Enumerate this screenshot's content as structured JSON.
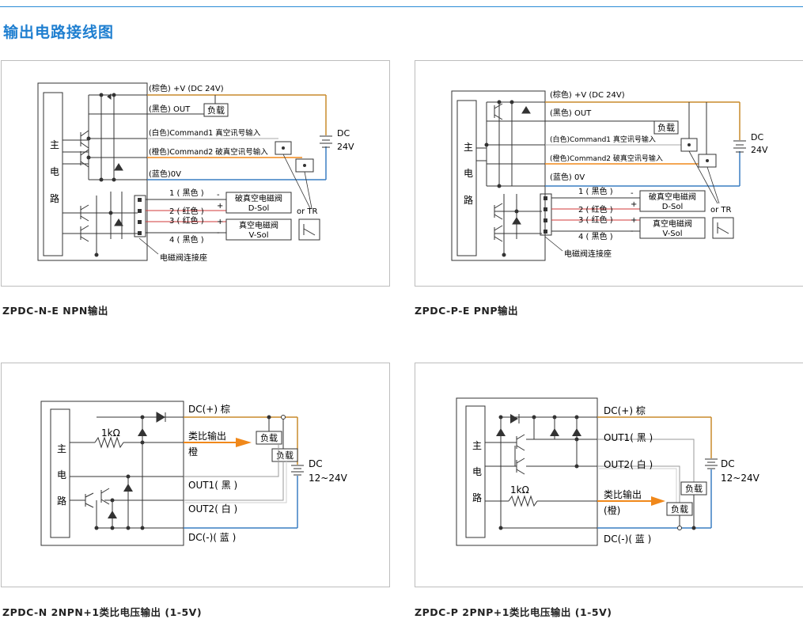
{
  "page": {
    "title": "输出电路接线图"
  },
  "colors": {
    "brown": "#c98a2b",
    "blue": "#3a7ec2",
    "red": "#d23a3a",
    "orange": "#f0881a",
    "accent": "#1f7fd0",
    "gray": "#9a9a9a"
  },
  "panels": [
    {
      "id": "npn-e",
      "caption": "ZPDC-N-E NPN输出",
      "main_chars": [
        "主",
        "电",
        "路"
      ],
      "wires": {
        "brown": "(棕色) +V (DC 24V)",
        "black": "(黑色) OUT",
        "white": "(白色)Command1 真空讯号输入",
        "orange": "(橙色)Command2 破真空讯号输入",
        "blue": "(蓝色)0V"
      },
      "load": "负载",
      "dc": [
        "DC",
        "24V"
      ],
      "or_tr": "or TR",
      "valve_wires": [
        "1 ( 黑色 )",
        "2 ( 红色 )",
        "3 ( 红色 )",
        "4 ( 黑色 )"
      ],
      "signs": [
        "-",
        "+",
        "+",
        "-"
      ],
      "valve_d": [
        "破真空电磁阀",
        "D-Sol"
      ],
      "valve_v": [
        "真空电磁阀",
        "V-Sol"
      ],
      "connector": "电磁阀连接座"
    },
    {
      "id": "pnp-e",
      "caption": "ZPDC-P-E PNP输出",
      "main_chars": [
        "主",
        "电",
        "路"
      ],
      "wires": {
        "brown": "(棕色) +V (DC 24V)",
        "black": "(黑色) OUT",
        "white": "(白色)Command1 真空讯号输入",
        "orange": "(橙色)Command2 破真空讯号输入",
        "blue": "(蓝色) 0V"
      },
      "load": "负载",
      "dc": [
        "DC",
        "24V"
      ],
      "or_tr": "or TR",
      "valve_wires": [
        "1 ( 黑色 )",
        "2 ( 红色 )",
        "3 ( 红色 )",
        "4 ( 黑色 )"
      ],
      "signs": [
        "-",
        "+",
        "+",
        "-"
      ],
      "valve_d": [
        "破真空电磁阀",
        "D-Sol"
      ],
      "valve_v": [
        "真空电磁阀",
        "V-Sol"
      ],
      "connector": "电磁阀连接座"
    },
    {
      "id": "npn-2",
      "caption": "ZPDC-N 2NPN+1类比电压输出 (1-5V)",
      "main_chars": [
        "主",
        "电",
        "路"
      ],
      "labels": {
        "dc_plus": "DC(+) 棕",
        "analog": "类比输出",
        "analog_color": "橙",
        "out1": "OUT1( 黑 )",
        "out2": "OUT2( 白 )",
        "dc_minus": "DC(-)( 蓝 )",
        "resistor": "1kΩ"
      },
      "loads": [
        "负载",
        "负载"
      ],
      "dc": [
        "DC",
        "12~24V"
      ]
    },
    {
      "id": "pnp-2",
      "caption": "ZPDC-P 2PNP+1类比电压输出 (1-5V)",
      "main_chars": [
        "主",
        "电",
        "路"
      ],
      "labels": {
        "dc_plus": "DC(+) 棕",
        "out1": "OUT1( 黑 )",
        "out2": "OUT2( 白 )",
        "analog": "类比输出",
        "analog_color": "(橙)",
        "dc_minus": "DC(-)( 蓝 )",
        "resistor": "1kΩ"
      },
      "loads": [
        "负载",
        "负载"
      ],
      "dc": [
        "DC",
        "12~24V"
      ]
    }
  ]
}
